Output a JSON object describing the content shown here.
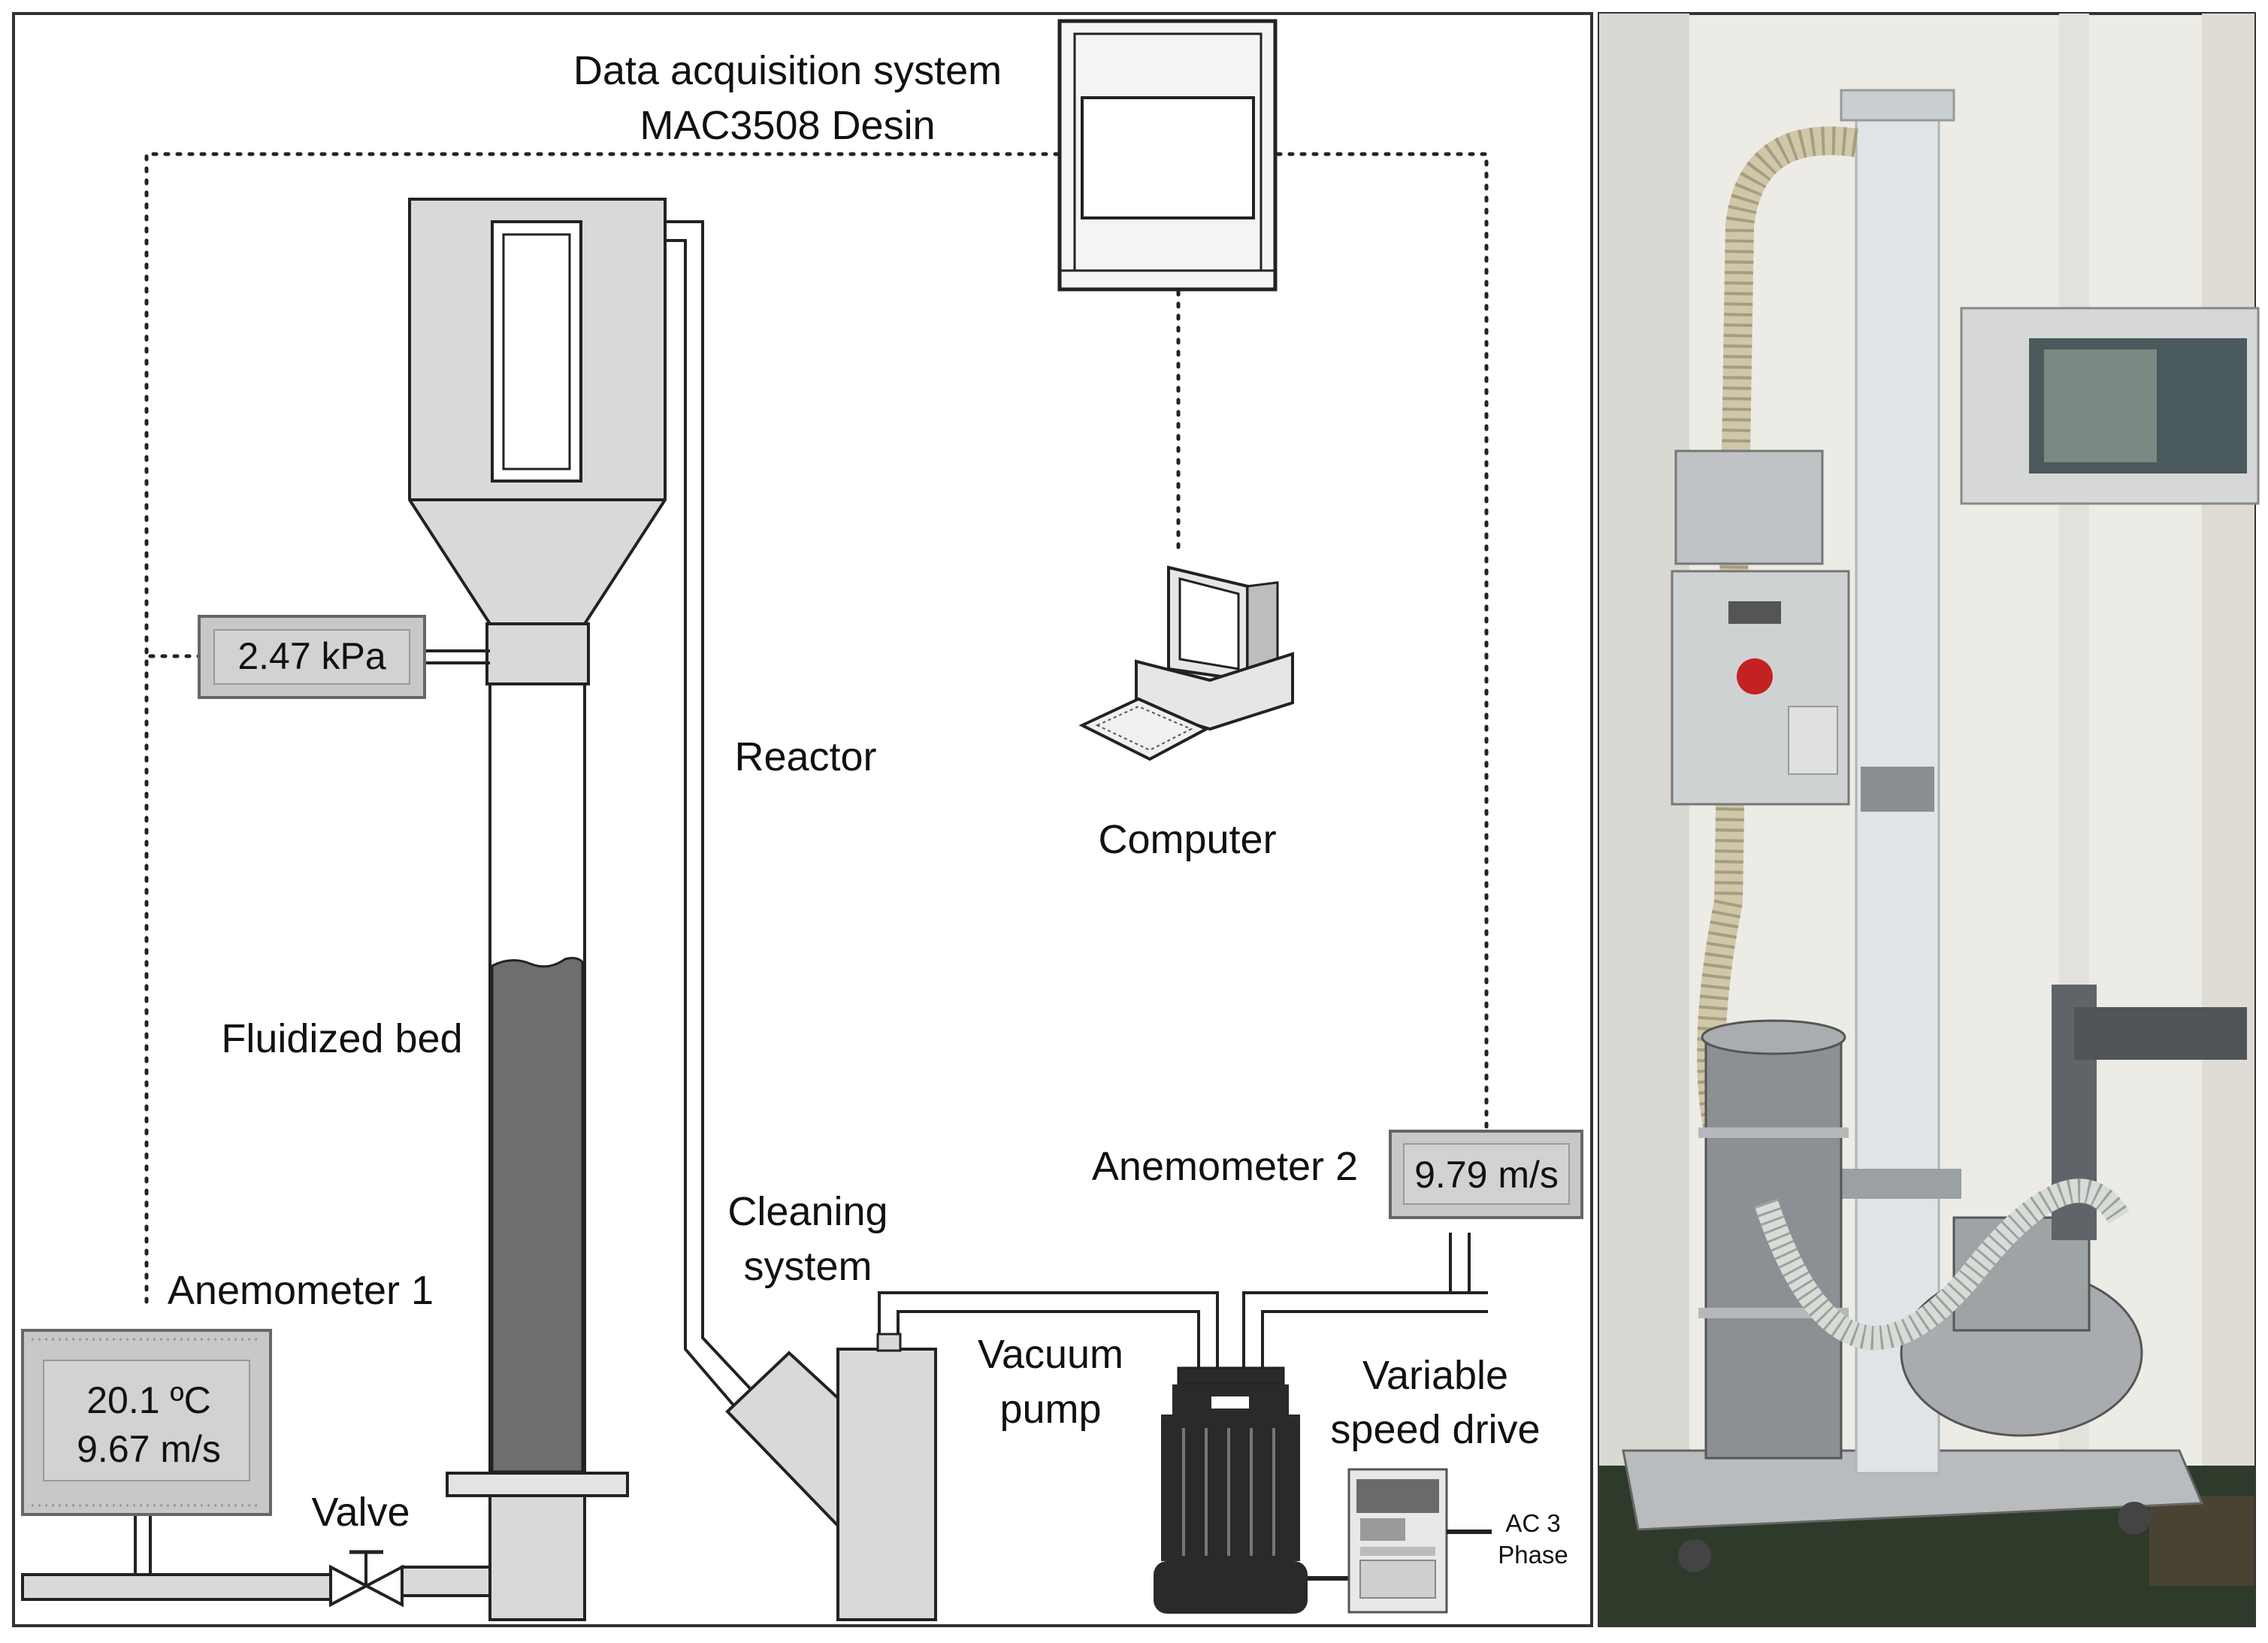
{
  "diagram": {
    "labels": {
      "daq_line1": "Data acquisition system",
      "daq_line2": "MAC3508 Desin",
      "reactor": "Reactor",
      "computer": "Computer",
      "fluidized_bed": "Fluidized bed",
      "cleaning_line1": "Cleaning",
      "cleaning_line2": "system",
      "anemometer1": "Anemometer 1",
      "anemometer2": "Anemometer 2",
      "valve": "Valve",
      "vacuum_line1": "Vacuum",
      "vacuum_line2": "pump",
      "vsd_line1": "Variable",
      "vsd_line2": "speed drive",
      "ac_line1": "AC 3",
      "ac_line2": "Phase"
    },
    "readouts": {
      "pressure": "2.47 kPa",
      "anemometer1_temp": "20.1 ºC",
      "anemometer1_speed": "9.67 m/s",
      "anemometer2_speed": "9.79 m/s"
    },
    "colors": {
      "line": "#222222",
      "fill_light": "#d9d9d9",
      "bed_fill": "#6e6e6e",
      "lcd_bg": "#c8c8c8",
      "pump_dark": "#2a2a2a"
    }
  },
  "photo": {
    "description_icon": "experimental-setup-photo",
    "colors": {
      "wall": "#ecebe6",
      "floor": "#2e3a2a",
      "acrylic": "#dfe4e6",
      "grey_tube": "#8c9094",
      "panel": "#cfd2d3"
    }
  }
}
